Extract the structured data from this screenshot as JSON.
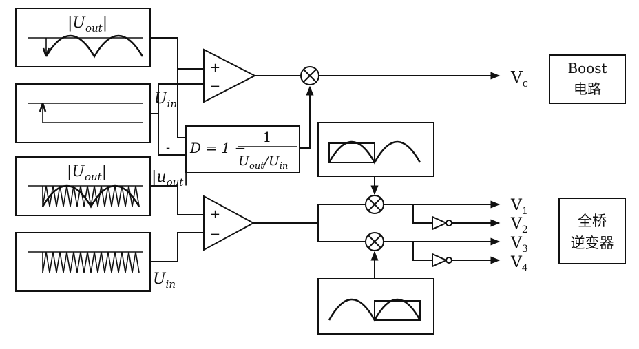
{
  "diagram": {
    "labels": {
      "uout_abs_top": "|U",
      "uout_abs_top_sub": "out",
      "uin_mid": "U",
      "uin_mid_sub": "in",
      "minus_tick": "-",
      "uout_abs_mid": "|U",
      "uout_abs_mid_sub": "out",
      "u_out_lower": "|u",
      "u_out_lower_sub": "out",
      "u_out_lower_bar": "|",
      "uin_bottom": "U",
      "uin_bottom_sub": "in",
      "abs_close": "|"
    },
    "comparator_signs": {
      "plus": "+",
      "minus": "−"
    },
    "formula": {
      "lhs": "D = 1 −",
      "numerator": "1",
      "den_u1": "U",
      "den_sub1": "out",
      "den_slash": "/",
      "den_u2": "U",
      "den_sub2": "in"
    },
    "outputs": {
      "vc": "V",
      "vc_sub": "c",
      "v1": "V",
      "v1_sub": "1",
      "v2": "V",
      "v2_sub": "2",
      "v3": "V",
      "v3_sub": "3",
      "v4": "V",
      "v4_sub": "4"
    },
    "blocks": {
      "boost_line1": "Boost",
      "boost_line2": "电路",
      "inverter_line1": "全桥",
      "inverter_line2": "逆变器"
    }
  }
}
